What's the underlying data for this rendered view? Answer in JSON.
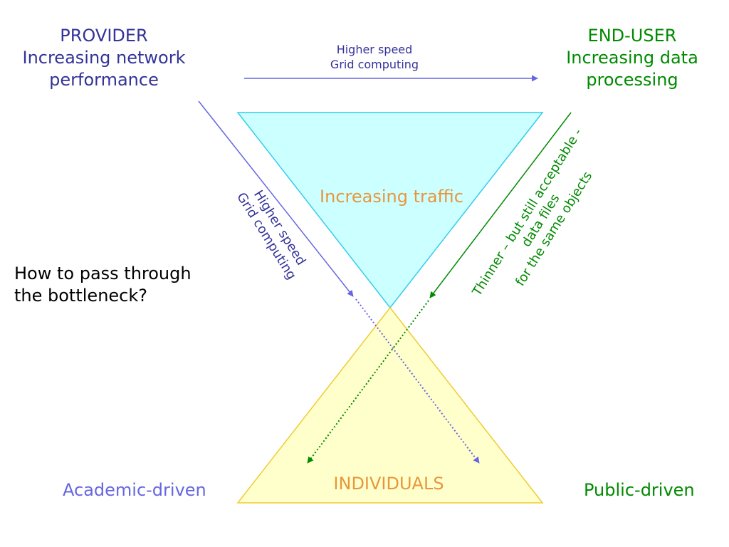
{
  "provider": {
    "label": "PROVIDER",
    "line2": "Increasing network",
    "line3": "performance"
  },
  "end_user": {
    "label": "END-USER",
    "line2": "Increasing data",
    "line3": "processing"
  },
  "top_arrow": {
    "line1": "Higher speed",
    "line2": "Grid computing"
  },
  "left_diagonal": {
    "line1": "Higher speed",
    "line2": "Grid computing"
  },
  "right_diagonal": {
    "line1": "Thinner – but still acceptable -",
    "line2": "data files",
    "line3": "for the same objects"
  },
  "upper_triangle_label": "Increasing traffic",
  "lower_triangle_label": "INDIVIDUALS",
  "question": {
    "line1": "How to pass through",
    "line2": "the bottleneck?"
  },
  "bottom_left_label": "Academic-driven",
  "bottom_right_label": "Public-driven",
  "colors": {
    "provider_blue": "#333399",
    "arrow_blue": "#6666e0",
    "end_user_green": "#008a00",
    "upper_fill": "#ccffff",
    "upper_stroke": "#33ccee",
    "lower_fill": "#ffffcc",
    "lower_stroke": "#eecc33",
    "label_orange": "#e8963c"
  }
}
